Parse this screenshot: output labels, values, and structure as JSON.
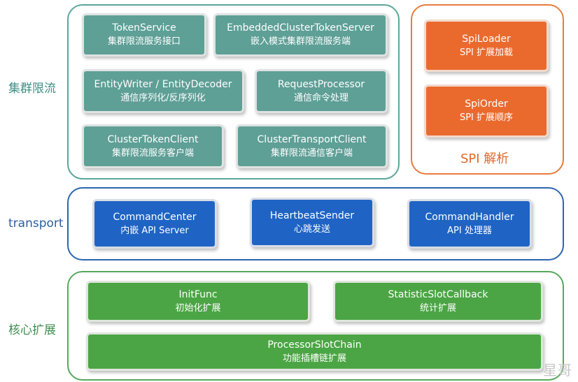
{
  "groups": {
    "cluster": {
      "label": "集群限流"
    },
    "spi": {
      "label": "SPI 解析"
    },
    "transport": {
      "label": "transport"
    },
    "core": {
      "label": "核心扩展"
    }
  },
  "cluster_boxes": [
    {
      "title": "TokenService",
      "subtitle": "集群限流服务接口"
    },
    {
      "title": "EmbeddedClusterTokenServer",
      "subtitle": "嵌入模式集群限流服务端"
    },
    {
      "title": "EntityWriter / EntityDecoder",
      "subtitle": "通信序列化/反序列化"
    },
    {
      "title": "RequestProcessor",
      "subtitle": "通信命令处理"
    },
    {
      "title": "ClusterTokenClient",
      "subtitle": "集群限流服务客户端"
    },
    {
      "title": "ClusterTransportClient",
      "subtitle": "集群限流通信客户端"
    }
  ],
  "spi_boxes": [
    {
      "title": "SpiLoader",
      "subtitle": "SPI 扩展加载"
    },
    {
      "title": "SpiOrder",
      "subtitle": "SPI 扩展顺序"
    }
  ],
  "transport_boxes": [
    {
      "title": "CommandCenter",
      "subtitle": "内嵌 API Server"
    },
    {
      "title": "HeartbeatSender",
      "subtitle": "心跳发送"
    },
    {
      "title": "CommandHandler",
      "subtitle": "API 处理器"
    }
  ],
  "core_boxes": [
    {
      "title": "InitFunc",
      "subtitle": "初始化扩展"
    },
    {
      "title": "StatisticSlotCallback",
      "subtitle": "统计扩展"
    },
    {
      "title": "ProcessorSlotChain",
      "subtitle": "功能插槽链扩展"
    }
  ],
  "watermark": "星哥"
}
